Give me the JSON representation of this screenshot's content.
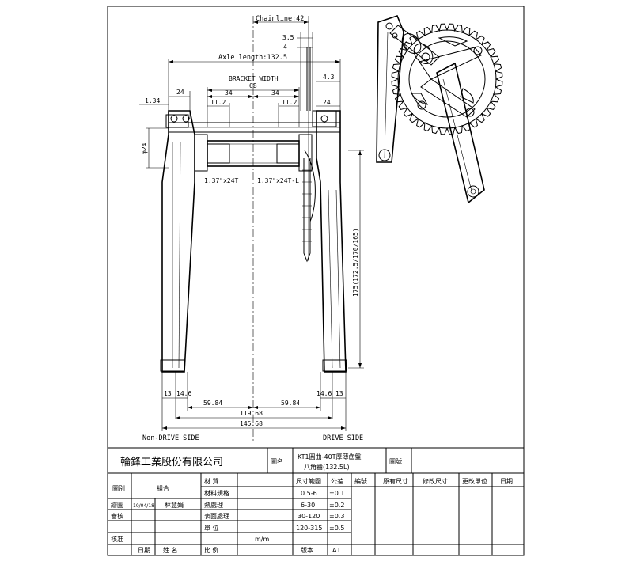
{
  "drawing": {
    "dimensions": {
      "chainline": "Chainline:42",
      "d_3_5": "3.5",
      "d_4": "4",
      "axle_length": "Axle length:132.5",
      "d_4_3": "4.3",
      "bracket_width": "BRACKET WIDTH",
      "bracket_68": "68",
      "d_24_left": "24",
      "d_34_left": "34",
      "d_34_right": "34",
      "d_1_34": "1.34",
      "d_11_2_left": "11.2",
      "d_11_2_right": "11.2",
      "d_24_right": "24",
      "phi_24": "φ24",
      "thread_left": "1.37\"x24T",
      "thread_right": "1.37\"x24T-L",
      "crank_length": "175(172.5/170/165)",
      "d_13_left": "13",
      "d_14_6_left": "14.6",
      "d_59_84_left": "59.84",
      "d_59_84_right": "59.84",
      "d_14_6_right": "14.6",
      "d_13_right": "13",
      "d_119_68": "119.68",
      "d_145_68": "145.68"
    },
    "non_drive_side": "Non-DRIVE SIDE",
    "drive_side": "DRIVE SIDE"
  },
  "title_block": {
    "company": "輪鋒工業股份有限公司",
    "name_label": "圖名",
    "part_name_line1": "KT1圓曲-40T厚薄齒盤",
    "part_name_line2": "八角齒(132.5L)",
    "number_label": "圖號",
    "category_label": "圖別",
    "category_value": "組合",
    "material_label": "材 質",
    "material_spec_label": "材料規格",
    "heat_treat_label": "熱處理",
    "surface_label": "表面處理",
    "unit_label": "單 位",
    "unit_value": "m/m",
    "scale_label": "比 例",
    "size_range_header": "尺寸範圍",
    "tolerance_header": "公差",
    "rev_number_header": "編號",
    "orig_size_header": "原有尺寸",
    "mod_size_header": "修改尺寸",
    "mod_unit_header": "更改單位",
    "date_header": "日期",
    "size_ranges": [
      "0.5-6",
      "6-30",
      "30-120",
      "120-315"
    ],
    "tolerances": [
      "±0.1",
      "±0.2",
      "±0.3",
      "±0.5"
    ],
    "version_label": "版本",
    "version_value": "A1",
    "drawn_label": "繪圖",
    "drawn_date": "10/04/18",
    "drawn_name": "林慧娟",
    "checked_label": "審核",
    "approved_label": "核准",
    "date_label": "日期",
    "name_header": "姓 名"
  }
}
